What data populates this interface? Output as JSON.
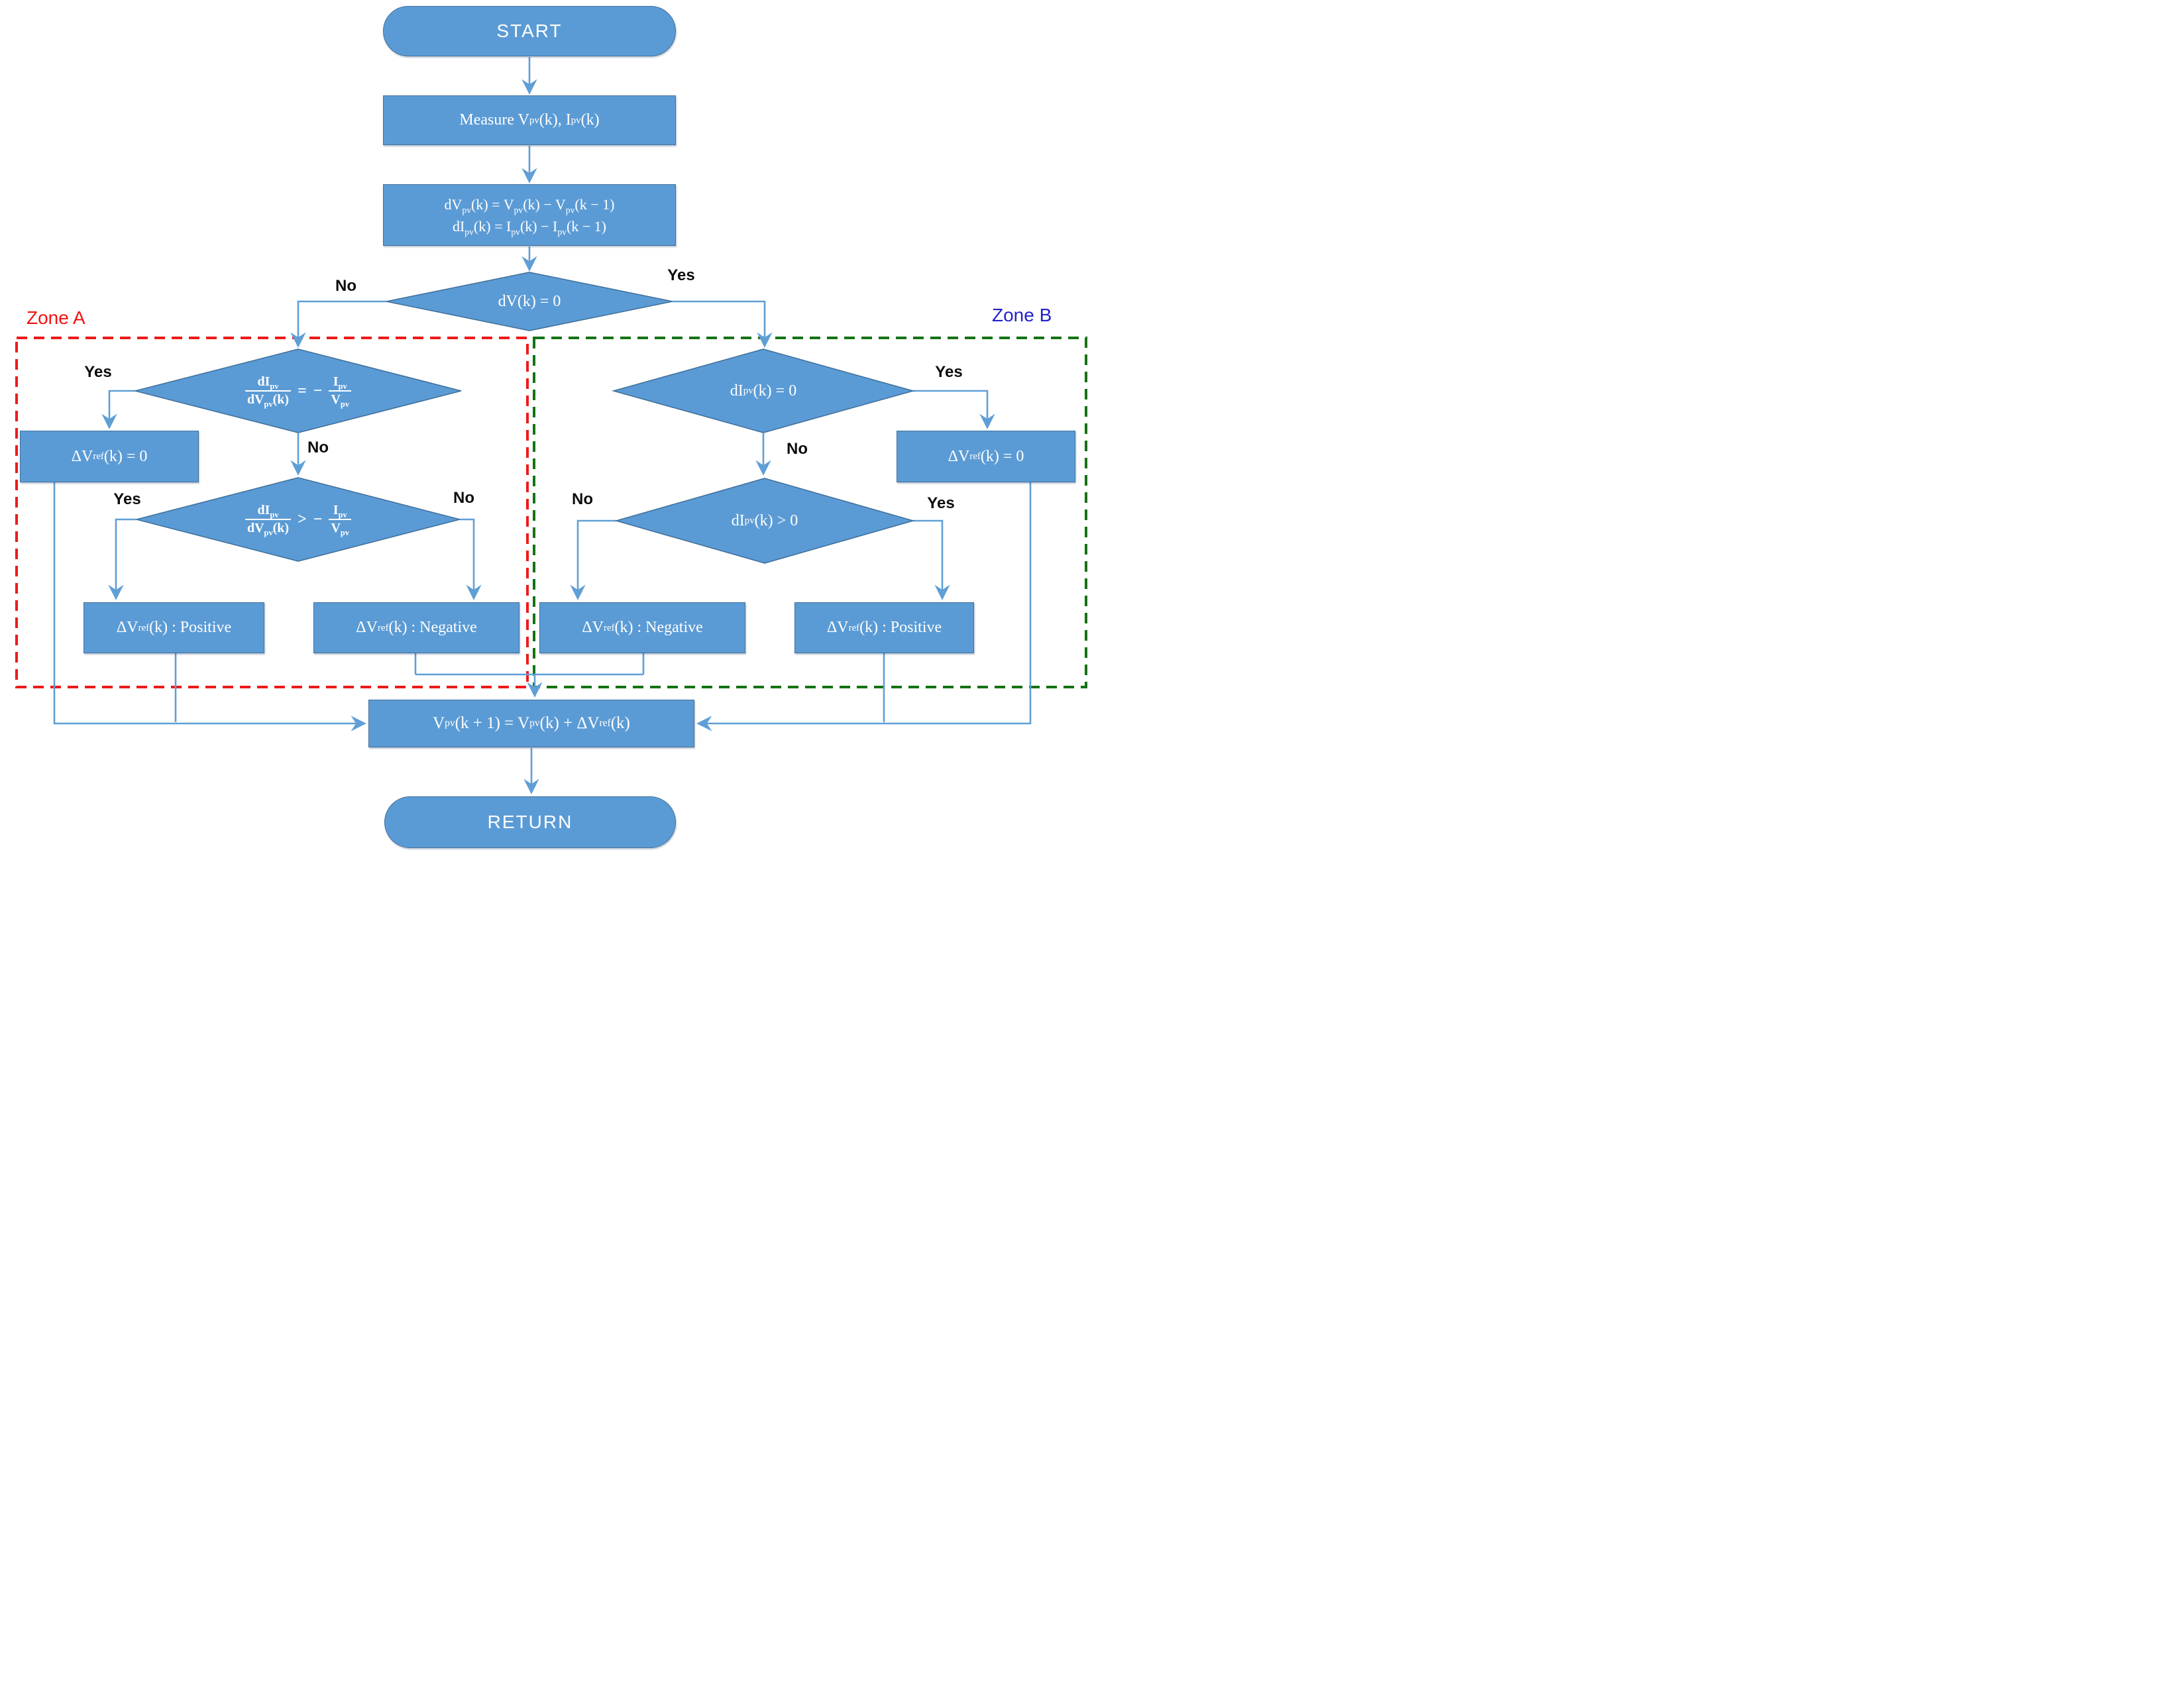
{
  "title": "Incremental conductance MPPT algorithm flowchart",
  "colors": {
    "shape_fill": "#5b9bd5",
    "shape_stroke": "#41719c",
    "line": "#5f9fd6",
    "zone_a": "#ee1a1a",
    "zone_a_label": "#f31212",
    "zone_b": "#147314",
    "zone_b_label": "#2121cd",
    "shape_text": "#ffffff",
    "edge_label": "#0d0d0d"
  },
  "labels": {
    "yes": "Yes",
    "no": "No"
  },
  "zones": {
    "a": {
      "label": "Zone A"
    },
    "b": {
      "label": "Zone B"
    }
  },
  "nodes": {
    "start": {
      "label": "START"
    },
    "measure": {
      "text": "Measure V_{pv}(k), I_{pv}(k)"
    },
    "delta": {
      "line1": "dV_{pv}(k) = V_{pv}(k) − V_{pv}(k − 1)",
      "line2": "dI_{pv}(k) = I_{pv}(k) − I_{pv}(k − 1)"
    },
    "dv_zero": {
      "text": "dV(k) = 0"
    },
    "za_d1": {
      "num": "dI_{pv}",
      "den": "dV_{pv}(k)",
      "rel": "=",
      "sign": "−",
      "num2": "I_{pv}",
      "den2": "V_{pv}"
    },
    "za_d2": {
      "num": "dI_{pv}",
      "den": "dV_{pv}(k)",
      "rel": ">",
      "sign": "−",
      "num2": "I_{pv}",
      "den2": "V_{pv}"
    },
    "za_zero": {
      "text": "ΔV_{ref}(k) = 0"
    },
    "za_pos": {
      "text": "ΔV_{ref}(k) : Positive"
    },
    "za_neg": {
      "text": "ΔV_{ref}(k) : Negative"
    },
    "zb_d1": {
      "text": "dI_{pv}(k) = 0"
    },
    "zb_d2": {
      "text": "dI_{pv}(k) > 0"
    },
    "zb_zero": {
      "text": "ΔV_{ref}(k) = 0"
    },
    "zb_neg": {
      "text": "ΔV_{ref}(k) : Negative"
    },
    "zb_pos": {
      "text": "ΔV_{ref}(k) : Positive"
    },
    "update": {
      "text": "V_{pv}(k + 1)  = V_{pv}(k) + ΔV_{ref}(k)"
    },
    "return": {
      "label": "RETURN"
    }
  }
}
